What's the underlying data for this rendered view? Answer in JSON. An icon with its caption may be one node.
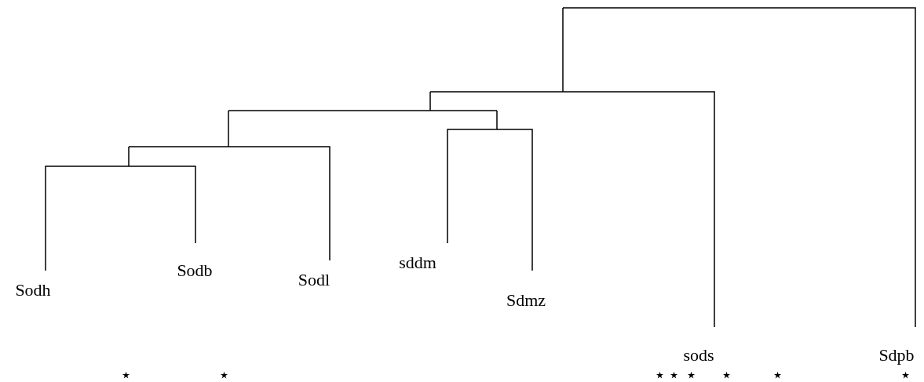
{
  "diagram": {
    "labels": [
      "Sodh",
      "Sodb",
      "Sodl",
      "sddm",
      "Sdmz",
      "sods",
      "Sdpb",
      "⋆",
      "⋆",
      "⋆",
      "⋆",
      "⋆",
      "⋆",
      "⋆",
      "⋆"
    ]
  }
}
